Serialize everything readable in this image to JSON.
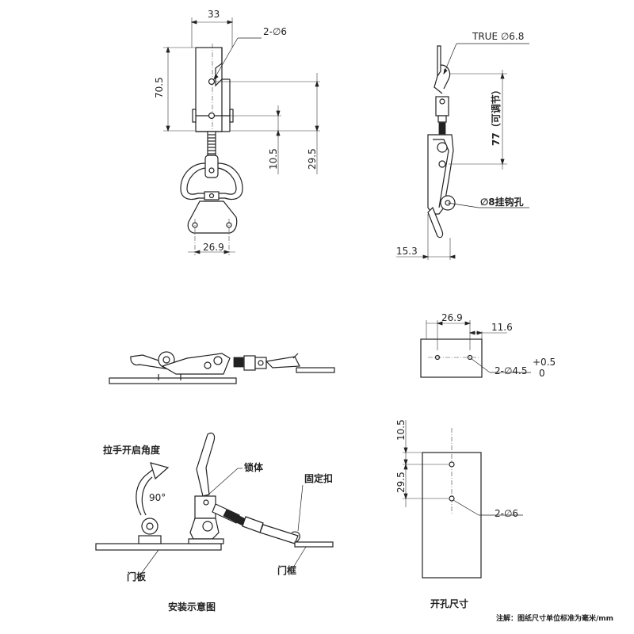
{
  "front_view": {
    "dim_width_top": "33",
    "dim_holes": "2-∅6",
    "dim_height": "70.5",
    "dim_10_5": "10.5",
    "dim_29_5": "29.5",
    "dim_base_width": "26.9"
  },
  "side_view": {
    "dim_true_hole": "TRUE ∅6.8",
    "dim_adjustable": "77（可调节）",
    "dim_hook_hole": "∅8挂钩孔",
    "dim_offset": "15.3"
  },
  "keeper_cutout": {
    "dim_26_9": "26.9",
    "dim_11_6": "11.6",
    "dim_holes": "2-∅4.5",
    "tol_upper": "+0.5",
    "tol_lower": "0"
  },
  "install_diagram": {
    "handle_angle_label": "拉手开启角度",
    "angle_value": "90°",
    "lock_body_label": "锁体",
    "fixed_catch_label": "固定扣",
    "door_panel_label": "门板",
    "door_frame_label": "门框",
    "caption": "安装示意图"
  },
  "hole_cutout": {
    "dim_10_5": "10.5",
    "dim_29_5": "29.5",
    "dim_holes": "2-∅6",
    "caption": "开孔尺寸"
  },
  "footnote": "注解：图纸尺寸单位标准为毫米/mm"
}
